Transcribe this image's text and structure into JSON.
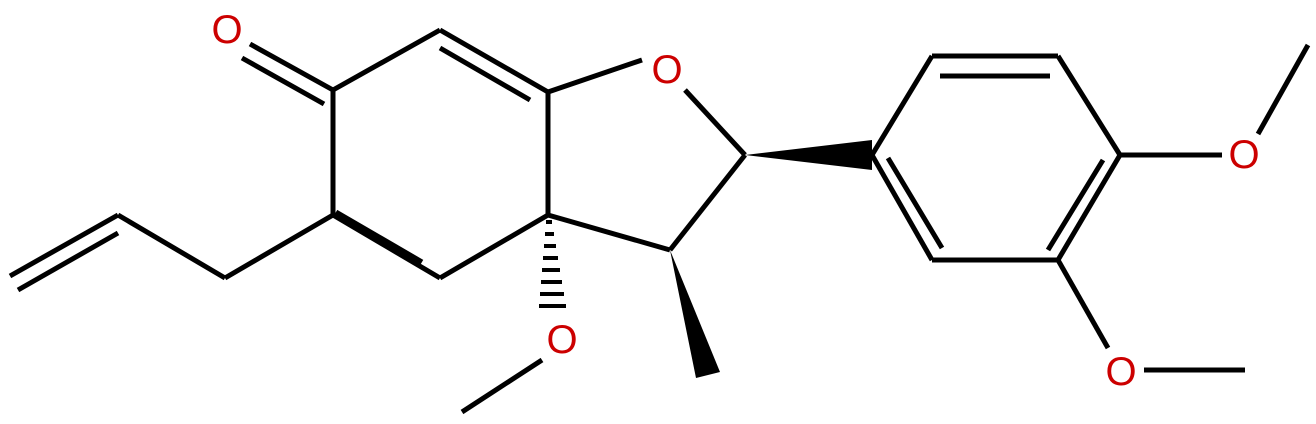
{
  "diagram": {
    "type": "chemical-structure",
    "atom_color": "#cc0000",
    "bond_color": "#000000",
    "labels": {
      "o_carbonyl": "O",
      "o_ring": "O",
      "o_methoxy_3a": "O",
      "o_methoxy_para": "O",
      "o_methoxy_meta": "O"
    }
  }
}
